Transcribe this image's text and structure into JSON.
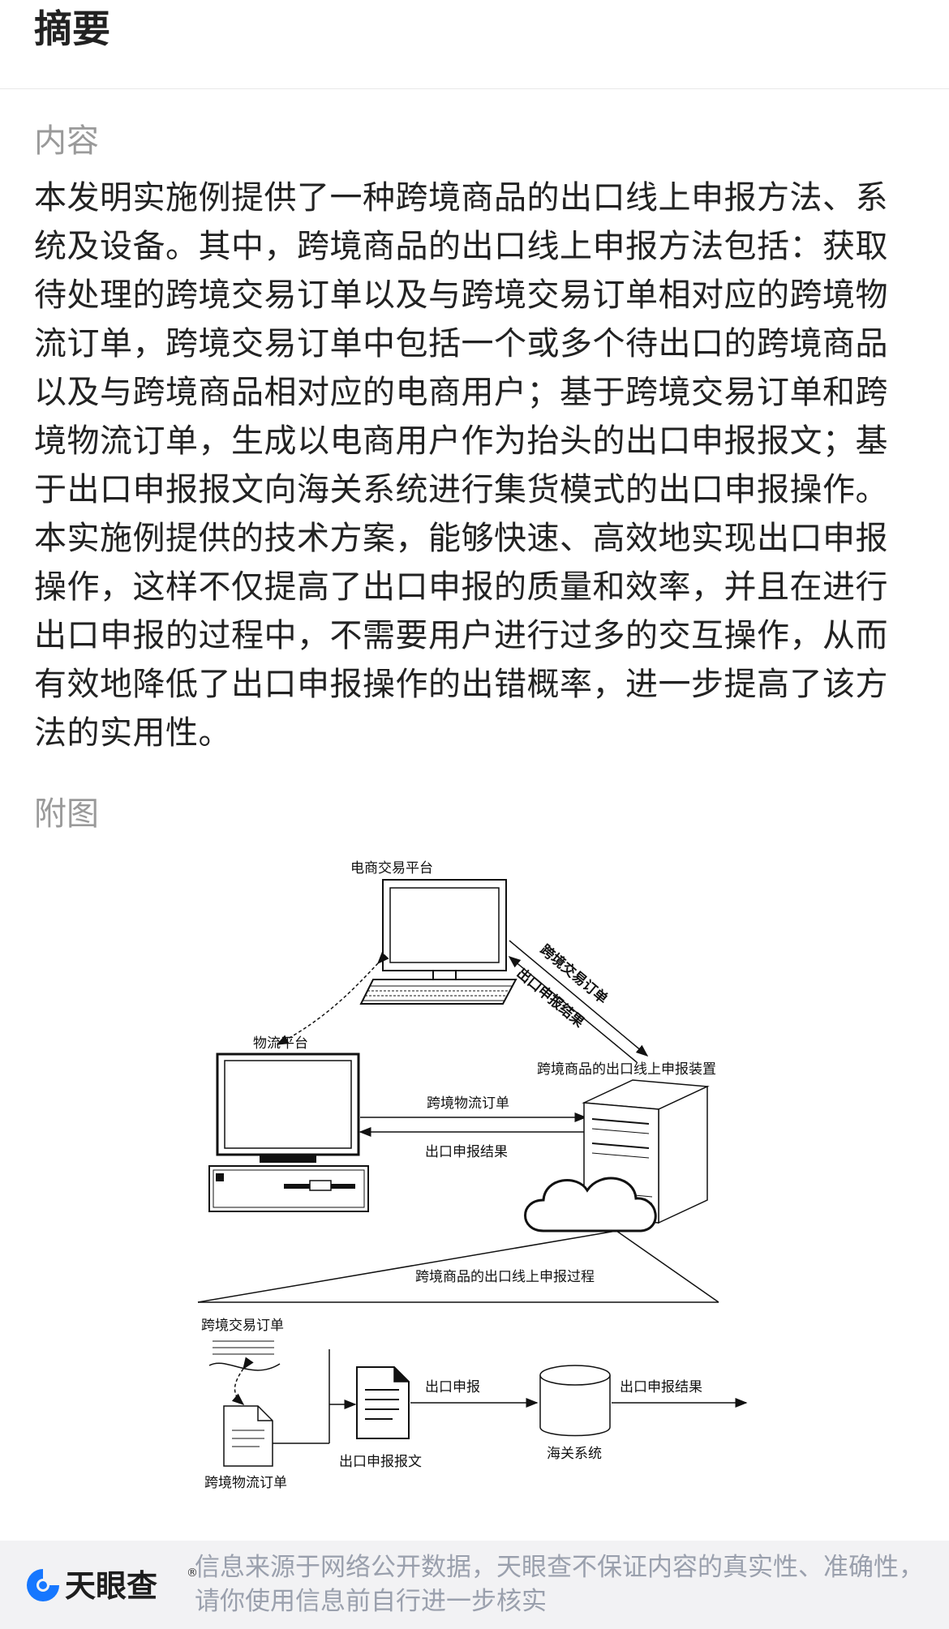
{
  "header": {
    "title": "摘要"
  },
  "content": {
    "label": "内容",
    "text": "本发明实施例提供了一种跨境商品的出口线上申报方法、系统及设备。其中，跨境商品的出口线上申报方法包括：获取待处理的跨境交易订单以及与跨境交易订单相对应的跨境物流订单，跨境交易订单中包括一个或多个待出口的跨境商品以及与跨境商品相对应的电商用户；基于跨境交易订单和跨境物流订单，生成以电商用户作为抬头的出口申报报文；基于出口申报报文向海关系统进行集货模式的出口申报操作。本实施例提供的技术方案，能够快速、高效地实现出口申报操作，这样不仅提高了出口申报的质量和效率，并且在进行出口申报的过程中，不需要用户进行过多的交互操作，从而有效地降低了出口申报操作的出错概率，进一步提高了该方法的实用性。"
  },
  "figure": {
    "label": "附图",
    "ecommerce_platform": "电商交易平台",
    "logistics_platform": "物流平台",
    "device": "跨境商品的出口线上申报装置",
    "cross_border_trade_order": "跨境交易订单",
    "export_result": "出口申报结果",
    "logistics_order": "跨境物流订单",
    "process_title": "跨境商品的出口线上申报过程",
    "declaration_message": "出口申报报文",
    "export_declaration": "出口申报",
    "customs_system": "海关系统"
  },
  "footer": {
    "brand": "天眼查",
    "reg_mark": "®",
    "disclaimer": "信息来源于网络公开数据，天眼查不保证内容的真实性、准确性，请你使用信息前自行进一步核实"
  },
  "colors": {
    "brand_blue": "#1677ff",
    "label_gray": "#9a9a9a",
    "disclaimer_gray": "#9aa0ad",
    "footer_bg": "#f2f2f4"
  }
}
